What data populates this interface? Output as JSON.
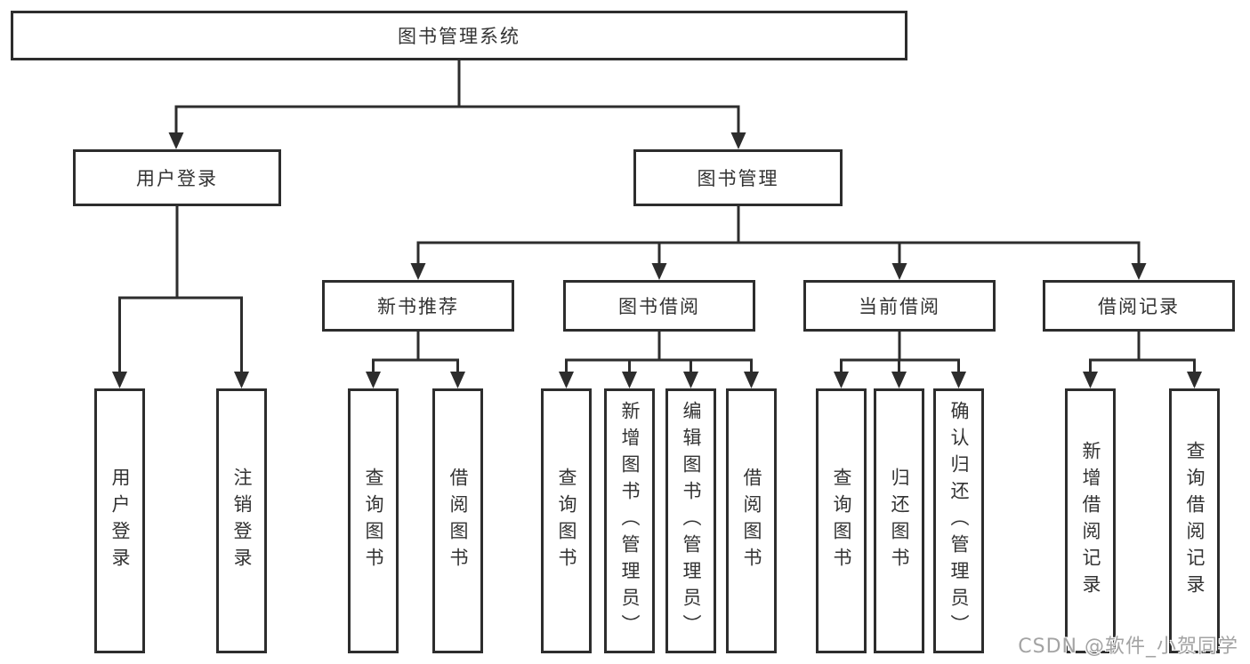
{
  "tree": {
    "root": "图书管理系统",
    "level2": [
      {
        "label": "用户登录",
        "children": [
          {
            "label": "用户登录"
          },
          {
            "label": "注销登录"
          }
        ]
      },
      {
        "label": "图书管理",
        "children": [
          {
            "label": "新书推荐",
            "children": [
              {
                "label": "查询图书"
              },
              {
                "label": "借阅图书"
              }
            ]
          },
          {
            "label": "图书借阅",
            "children": [
              {
                "label": "查询图书"
              },
              {
                "label": "新增图书（管理员）"
              },
              {
                "label": "编辑图书（管理员）"
              },
              {
                "label": "借阅图书"
              }
            ]
          },
          {
            "label": "当前借阅",
            "children": [
              {
                "label": "查询图书"
              },
              {
                "label": "归还图书"
              },
              {
                "label": "确认归还（管理员）"
              }
            ]
          },
          {
            "label": "借阅记录",
            "children": [
              {
                "label": "新增借阅记录"
              },
              {
                "label": "查询借阅记录"
              }
            ]
          }
        ]
      }
    ]
  },
  "watermark": "CSDN @软件_小贺同学",
  "colors": {
    "line": "#2d2d2d",
    "box_border": "#2d2d2d",
    "text": "#333333",
    "background": "#ffffff",
    "watermark": "#a3a3a3"
  }
}
